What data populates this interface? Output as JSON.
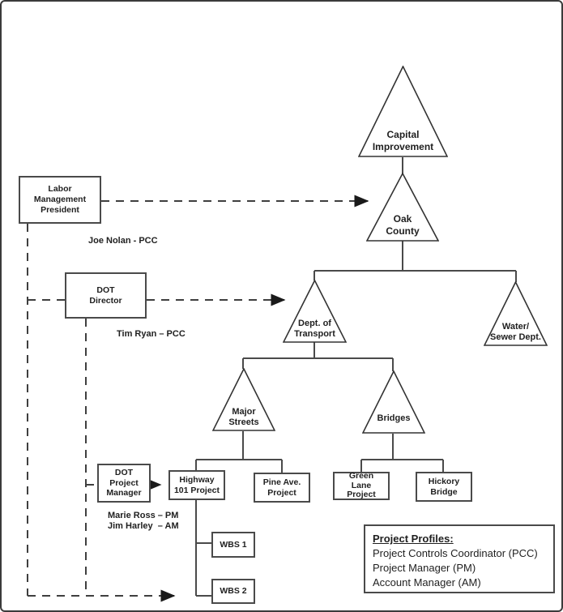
{
  "diagram": {
    "triangles": [
      {
        "id": "capital-improvement",
        "label": "Capital\nImprovement"
      },
      {
        "id": "oak-county",
        "label": "Oak\nCounty"
      },
      {
        "id": "dept-of-transport",
        "label": "Dept. of\nTransport"
      },
      {
        "id": "water-sewer-dept",
        "label": "Water/\nSewer Dept."
      },
      {
        "id": "major-streets",
        "label": "Major\nStreets"
      },
      {
        "id": "bridges",
        "label": "Bridges"
      }
    ],
    "boxes": [
      {
        "id": "labor-management-president",
        "label": "Labor\nManagement\nPresident"
      },
      {
        "id": "dot-director",
        "label": "DOT\nDirector"
      },
      {
        "id": "dot-project-manager",
        "label": "DOT\nProject\nManager"
      },
      {
        "id": "highway-101-project",
        "label": "Highway\n101 Project"
      },
      {
        "id": "pine-ave-project",
        "label": "Pine Ave.\nProject"
      },
      {
        "id": "green-lane-project",
        "label": "Green\nLane\nProject"
      },
      {
        "id": "hickory-bridge",
        "label": "Hickory\nBridge"
      },
      {
        "id": "wbs-1",
        "label": "WBS 1"
      },
      {
        "id": "wbs-2",
        "label": "WBS 2"
      }
    ],
    "annotations": [
      {
        "id": "joe-nolan",
        "text": "Joe Nolan - PCC"
      },
      {
        "id": "tim-ryan",
        "text": "Tim Ryan – PCC"
      },
      {
        "id": "marie-ross",
        "text": "Marie Ross – PM"
      },
      {
        "id": "jim-harley",
        "text": "Jim Harley  – AM"
      }
    ],
    "legend": {
      "title": "Project Profiles:",
      "items": [
        "Project Controls Coordinator (PCC)",
        "Project Manager (PM)",
        "Account Manager (AM)"
      ]
    },
    "colors": {
      "line": "#4a4a4a",
      "triangle_outline": "#333333",
      "arrow": "#1a1a1a",
      "text": "#1f1f1f",
      "background": "#ffffff"
    }
  }
}
